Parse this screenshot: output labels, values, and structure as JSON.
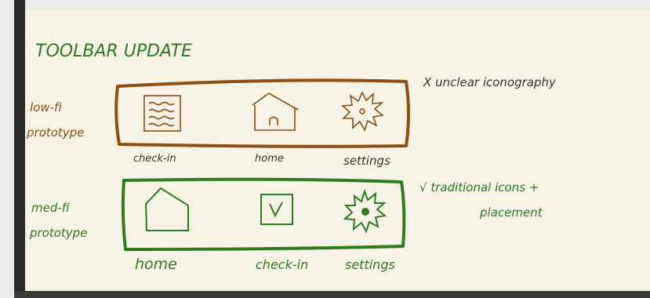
{
  "title": "TOOLBAR UPDATE",
  "low_fi": {
    "label_line1": "low-fi",
    "label_line2": "prototype",
    "items": [
      "check-in",
      "home",
      "settings"
    ],
    "note": "X unclear iconography",
    "color": "#8c4f12"
  },
  "med_fi": {
    "label_line1": "med-fi",
    "label_line2": "prototype",
    "items": [
      "home",
      "check-in",
      "settings"
    ],
    "note_line1": "√ traditional icons +",
    "note_line2": "placement",
    "color": "#2e7a1f"
  },
  "title_color": "#2e7a1f",
  "ink_color": "#333333",
  "icons": [
    "check-in-list-icon",
    "home-icon",
    "gear-icon",
    "home-icon",
    "checkbox-icon",
    "gear-icon"
  ]
}
